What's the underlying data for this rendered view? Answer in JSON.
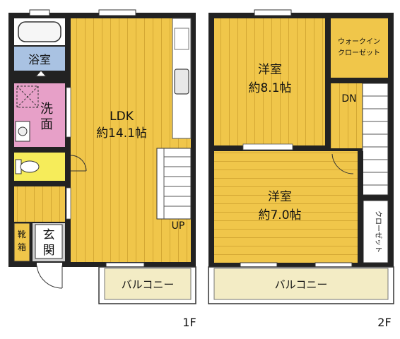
{
  "floors": {
    "first": {
      "label": "1F",
      "rooms": {
        "ldk_name": "LDK",
        "ldk_size": "約14.1帖",
        "bath": "浴室",
        "wash_1": "洗",
        "wash_2": "面",
        "entrance_1": "玄",
        "entrance_2": "関",
        "shoe_1": "靴",
        "shoe_2": "箱",
        "stair_up": "UP",
        "balcony": "バルコニー"
      }
    },
    "second": {
      "label": "2F",
      "rooms": {
        "western1_name": "洋室",
        "western1_size": "約8.1帖",
        "western2_name": "洋室",
        "western2_size": "約7.0帖",
        "walkin_1": "ウォークイン",
        "walkin_2": "クローゼット",
        "closet": "クローゼット",
        "stair_down": "DN",
        "balcony": "バルコニー"
      }
    }
  },
  "colors": {
    "floor": "#f0c64a",
    "bath": "#a9c2e2",
    "wash": "#e7a0c8",
    "toilet": "#f6ec5a",
    "balcony": "#f3ecc5",
    "wall": "#222222"
  }
}
